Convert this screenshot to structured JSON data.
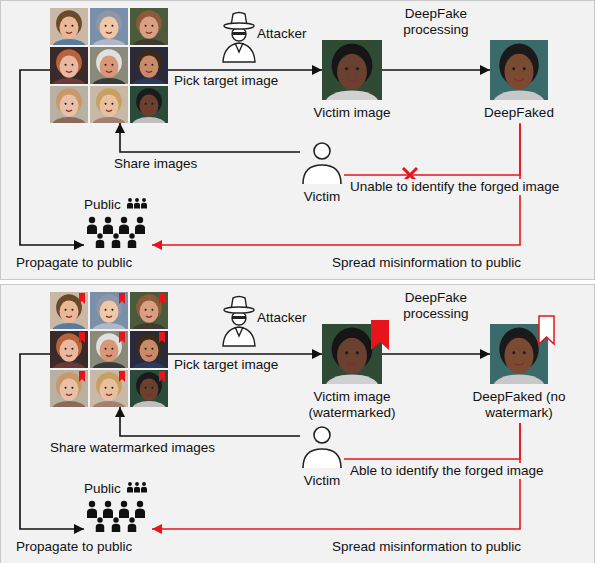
{
  "diagram": {
    "nodes": [
      {
        "text": []
      },
      {
        "text": [
          "Victim image"
        ]
      },
      {
        "text": [
          "DeepFaked"
        ]
      },
      {
        "text": [
          "Victim"
        ]
      },
      {
        "text": [
          "Public"
        ]
      },
      {
        "text": []
      },
      {
        "text": [
          "Victim image (watermarked)"
        ]
      },
      {
        "text": [
          "DeepFaked (no watermark)"
        ]
      },
      {
        "text": [
          "Victim"
        ]
      },
      {
        "text": [
          "Public"
        ]
      }
    ],
    "edges": [
      {
        "from": 0,
        "to": 1,
        "arrow": "to",
        "label": "Pick target image"
      },
      {
        "from": 1,
        "to": 2,
        "arrow": "to",
        "label": "DeepFake processing"
      },
      {
        "from": 3,
        "to": 0,
        "arrow": "to",
        "label": "Share images"
      },
      {
        "from": 3,
        "to": 2,
        "arrow": "none",
        "label": "Unable to identify the forged image"
      },
      {
        "from": 0,
        "to": 4,
        "arrow": "to",
        "label": "Propagate to public"
      },
      {
        "from": 2,
        "to": 4,
        "arrow": "to",
        "label": "Spread misinformation to public"
      },
      {
        "from": 5,
        "to": 6,
        "arrow": "to",
        "label": "Pick target image"
      },
      {
        "from": 6,
        "to": 7,
        "arrow": "to",
        "label": "DeepFake processing"
      },
      {
        "from": 8,
        "to": 5,
        "arrow": "to",
        "label": "Share watermarked images"
      },
      {
        "from": 8,
        "to": 7,
        "arrow": "none",
        "label": "Able to identify the forged image"
      },
      {
        "from": 5,
        "to": 9,
        "arrow": "to",
        "label": "Propagate to public"
      },
      {
        "from": 7,
        "to": 9,
        "arrow": "to",
        "label": "Spread misinformation to public"
      }
    ],
    "labels": [
      "Attacker",
      "Attacker"
    ]
  }
}
